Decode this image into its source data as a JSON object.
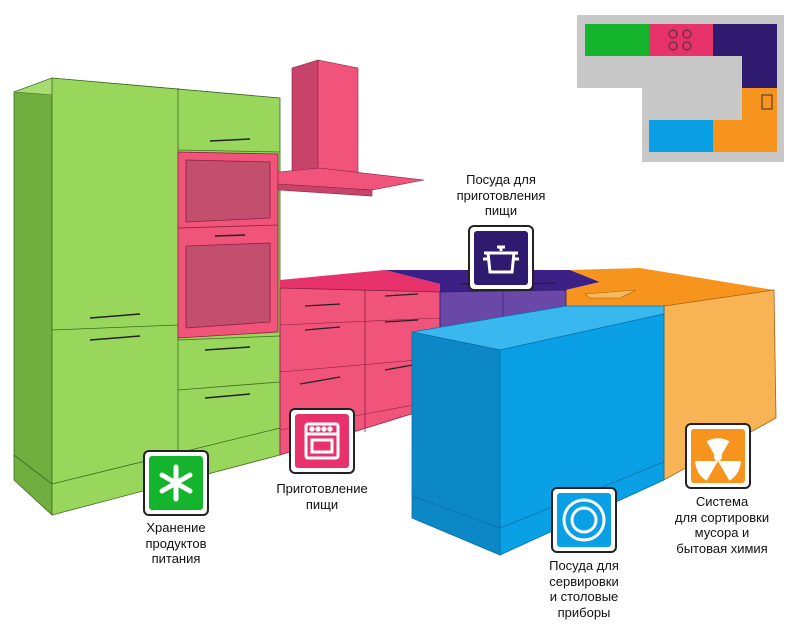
{
  "colors": {
    "storage": "#8fd14f",
    "cooking": "#f0547a",
    "cookware": "#4a2a8a",
    "waste": "#f7941d",
    "serving": "#1ea5e6"
  },
  "zones": [
    {
      "id": "storage",
      "icon": "snowflake-icon",
      "color": "#14b52c",
      "lines": [
        "Хранение",
        "продуктов",
        "питания"
      ]
    },
    {
      "id": "cooking",
      "icon": "oven-icon",
      "color": "#e8326b",
      "lines": [
        "Приготовление",
        "пищи"
      ]
    },
    {
      "id": "cookware",
      "icon": "pot-icon",
      "color": "#2e1a6e",
      "lines": [
        "Посуда для",
        "приготовления",
        "пищи"
      ]
    },
    {
      "id": "serving",
      "icon": "plate-icon",
      "color": "#0aa0e6",
      "lines": [
        "Посуда для",
        "сервировки",
        "и столовые",
        "приборы"
      ]
    },
    {
      "id": "waste",
      "icon": "radiation-icon",
      "color": "#f7941d",
      "lines": [
        "Система",
        "для сортировки",
        "мусора и",
        "бытовая химия"
      ]
    }
  ],
  "floorplan": {
    "cells": [
      {
        "zone": "storage",
        "color": "#14b52c"
      },
      {
        "zone": "cooking",
        "color": "#e8326b"
      },
      {
        "zone": "cookware",
        "color": "#2e1a6e"
      },
      {
        "zone": "waste",
        "color": "#f7941d"
      },
      {
        "zone": "serving",
        "color": "#0aa0e6"
      }
    ]
  }
}
